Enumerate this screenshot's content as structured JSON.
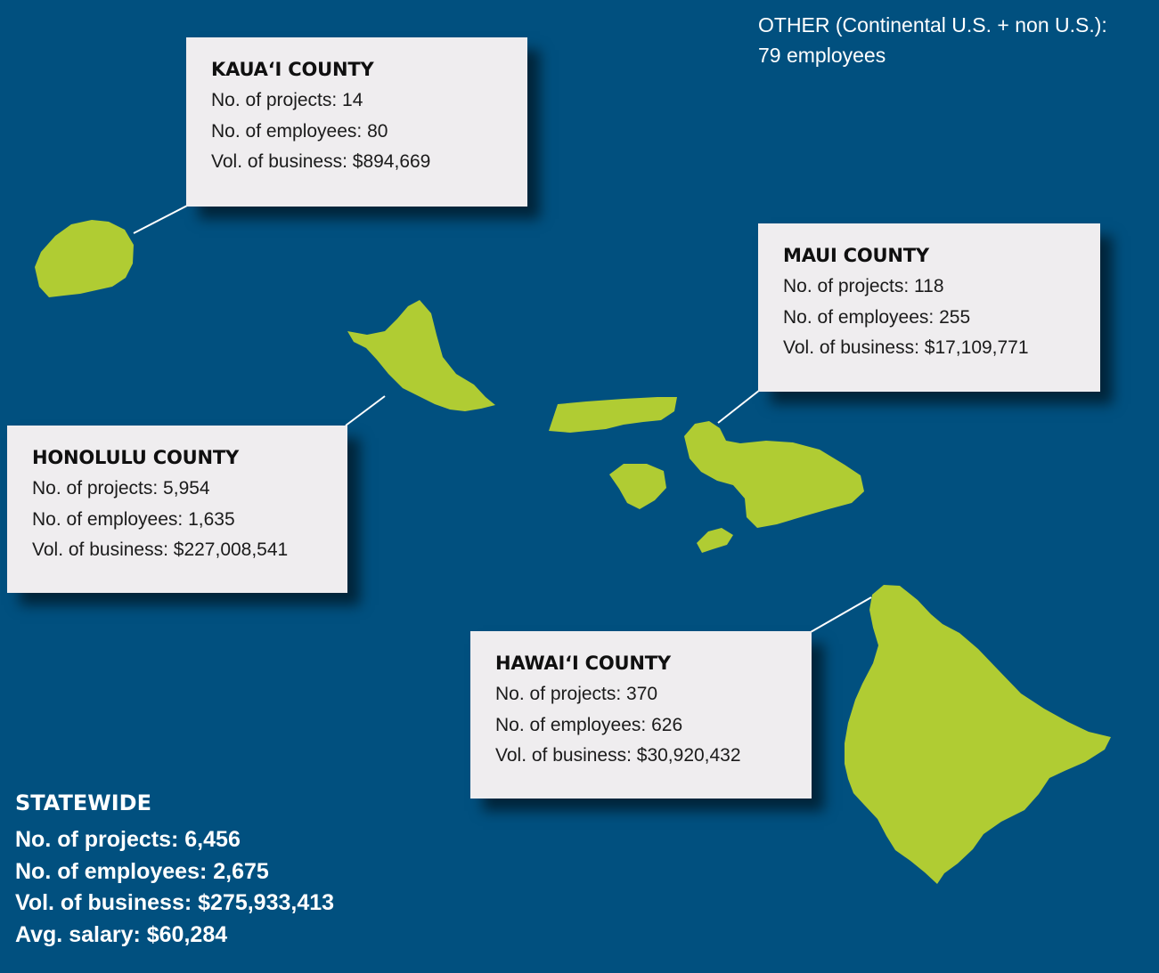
{
  "other": {
    "line1": "OTHER (Continental U.S. + non U.S.):",
    "line2": "79 employees"
  },
  "counties": {
    "kauai": {
      "title": "KAUA‘I COUNTY",
      "projects": "No. of projects: 14",
      "employees": "No. of employees: 80",
      "business": "Vol. of business: $894,669"
    },
    "maui": {
      "title": "MAUI COUNTY",
      "projects": "No. of projects: 118",
      "employees": "No. of employees: 255",
      "business": "Vol. of business: $17,109,771"
    },
    "honolulu": {
      "title": "HONOLULU COUNTY",
      "projects": "No. of projects: 5,954",
      "employees": "No. of employees: 1,635",
      "business": "Vol. of business: $227,008,541"
    },
    "hawaii": {
      "title": "HAWAI‘I COUNTY",
      "projects": "No. of projects: 370",
      "employees": "No. of employees: 626",
      "business": "Vol. of business: $30,920,432"
    }
  },
  "statewide": {
    "title": "STATEWIDE",
    "projects": "No. of projects: 6,456",
    "employees": "No. of employees: 2,675",
    "business": "Vol. of business: $275,933,413",
    "salary": "Avg. salary: $60,284"
  },
  "colors": {
    "ocean": "#01507f",
    "land": "#b0cc33",
    "card": "#efedef",
    "leader_line": "#ffffff"
  }
}
